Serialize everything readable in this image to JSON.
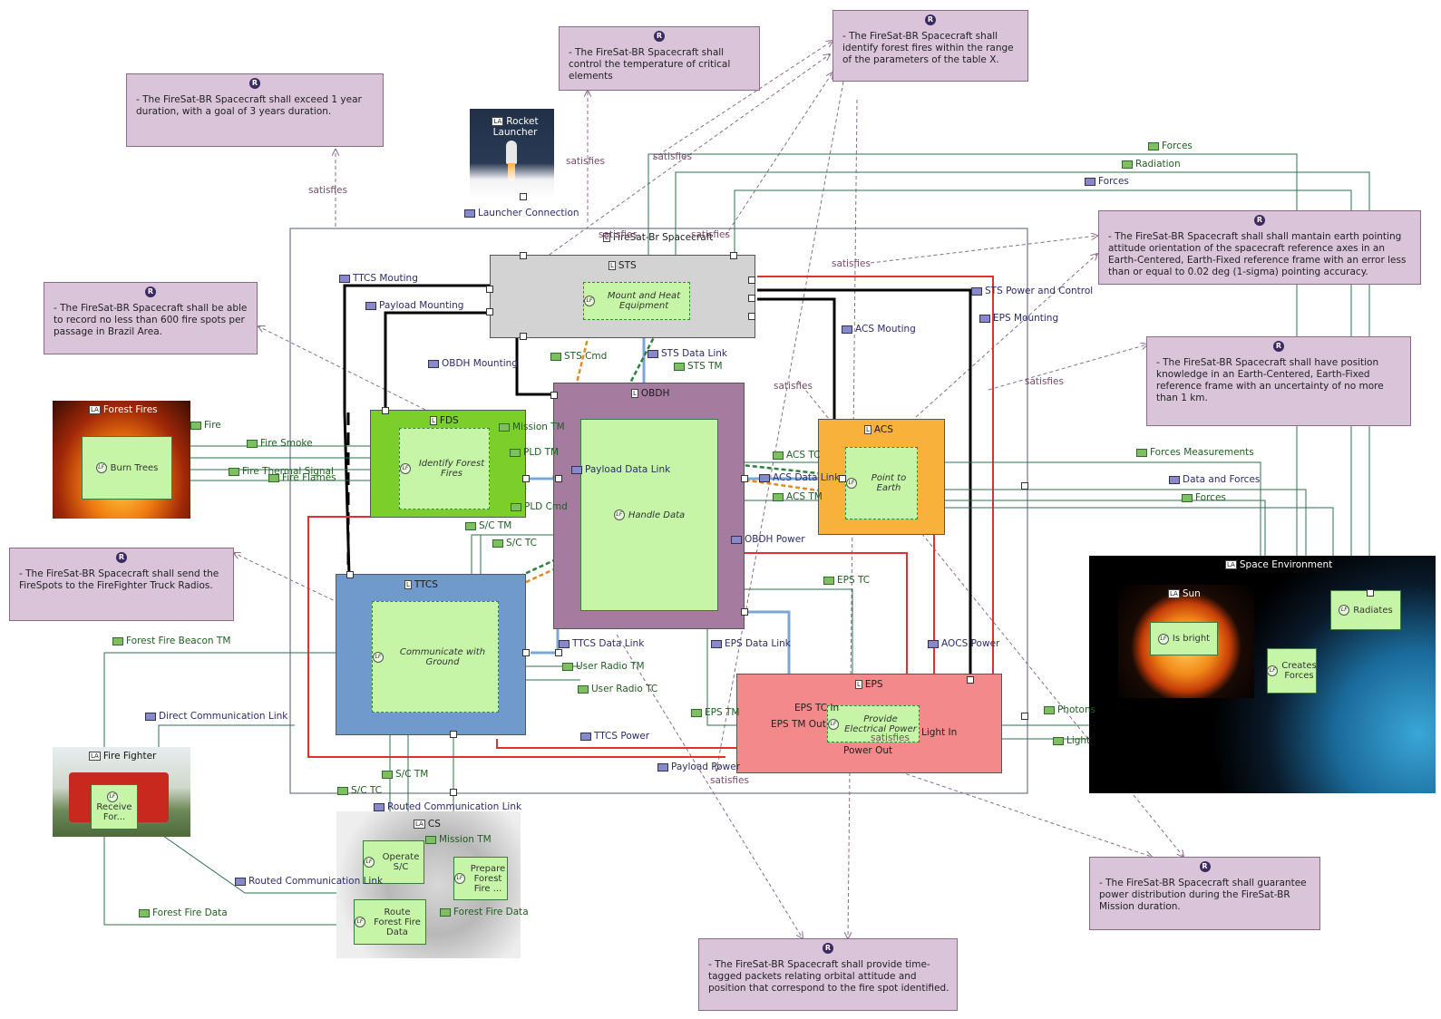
{
  "requirements": [
    {
      "id": "req-duration",
      "text": "- The FireSat-BR Spacecraft shall exceed 1 year duration, with a goal of 3 years duration."
    },
    {
      "id": "req-temperature",
      "text": "- The FireSat-BR Spacecraft shall control the temperature of critical elements"
    },
    {
      "id": "req-identify",
      "text": "- The FireSat-BR Spacecraft shall identify forest fires within the range of the parameters of the table X."
    },
    {
      "id": "req-record",
      "text": "- The FireSat-BR Spacecraft shall be able to record no less than 600 fire spots per passage in Brazil Area."
    },
    {
      "id": "req-pointing",
      "text": "- The FireSat-BR Spacecraft shall shall mantain earth pointing attitude orientation of the spacecraft reference axes in an Earth-Centered, Earth-Fixed reference frame with an error less than or equal to 0.02 deg (1-sigma) pointing accuracy."
    },
    {
      "id": "req-position",
      "text": "- The FireSat-BR Spacecraft shall have position knowledge in an Earth-Centered, Earth-Fixed reference frame with an uncertainty of no more than 1 km."
    },
    {
      "id": "req-send",
      "text": "- The FireSat-BR Spacecraft shall send the FireSpots to the FireFighter Truck Radios."
    },
    {
      "id": "req-power",
      "text": "- The FireSat-BR Spacecraft shall guarantee power distribution during the FireSat-BR Mission duration."
    },
    {
      "id": "req-packets",
      "text": "- The FireSat-BR Spacecraft shall provide time-tagged packets relating orbital attitude and position that correspond to the fire spot identified."
    }
  ],
  "req_mark": "R",
  "tags": {
    "logical": "L",
    "actor": "LA",
    "function": "LF"
  },
  "components": {
    "spacecraft": "FireSat-Br Spacecraft",
    "sts": "STS",
    "obdh": "OBDH",
    "fds": "FDS",
    "acs": "ACS",
    "ttcs": "TTCS",
    "eps": "EPS",
    "rocket": "Rocket Launcher",
    "forest_fires": "Forest Fires",
    "fire_fighter": "Fire Fighter",
    "cs": "CS",
    "space_env": "Space Environment",
    "sun": "Sun"
  },
  "functions": {
    "mount_heat": "Mount and Heat Equipment",
    "handle_data": "Handle Data",
    "identify_fires": "Identify Forest Fires",
    "point_earth": "Point to Earth",
    "communicate": "Communicate with Ground",
    "provide_power": "Provide Electrical Power",
    "burn_trees": "Burn Trees",
    "receive": "Receive For...",
    "operate": "Operate S/C",
    "prepare": "Prepare Forest Fire ...",
    "route": "Route Forest Fire Data",
    "is_bright": "Is bright",
    "creates_forces": "Creates Forces",
    "radiates": "Radiates"
  },
  "port_labels": {
    "eps_tc_in": "EPS TC In",
    "eps_tm_out": "EPS TM Out",
    "power_out": "Power Out",
    "light_in": "Light In",
    "satisfies_inner": "satisfies"
  },
  "exchanges": [
    "Launcher Connection",
    "TTCS Mouting",
    "Payload Mounting",
    "OBDH Mounting",
    "STS Cmd",
    "STS Data Link",
    "STS TM",
    "Fire",
    "Fire Smoke",
    "Fire Thermal Signal",
    "Fire Flames",
    "Mission TM",
    "PLD TM",
    "Payload Data Link",
    "PLD Cmd",
    "S/C TM",
    "S/C TC",
    "ACS TC",
    "ACS Data Link",
    "ACS TM",
    "OBDH Power",
    "EPS TC",
    "TTCS Data Link",
    "User Radio TM",
    "User Radio TC",
    "EPS Data Link",
    "AOCS Power",
    "EPS TM",
    "TTCS Power",
    "Payload Power",
    "STS Power and Control",
    "EPS Mounting",
    "ACS Mouting",
    "Forces",
    "Radiation",
    "Forces",
    "Forces Measurements",
    "Data and Forces",
    "Forces",
    "Photons",
    "Light",
    "Forest Fire Beacon TM",
    "Direct Communication Link",
    "S/C TM",
    "S/C TC",
    "Routed Communication Link",
    "Mission TM",
    "Routed Communication Link",
    "Forest Fire Data",
    "Forest Fire Data"
  ],
  "satisfies": "satisfies",
  "colors": {
    "req_fill": "#d9c4d9",
    "sts": "#d3d3d3",
    "obdh": "#a67ba0",
    "fds": "#7ccf2a",
    "acs": "#f8b13a",
    "ttcs": "#6f9acb",
    "eps": "#f3898a",
    "func": "#c6f5a8",
    "power_line": "#e03030",
    "data_line": "#7aa7d8",
    "structure_line": "#000000"
  }
}
